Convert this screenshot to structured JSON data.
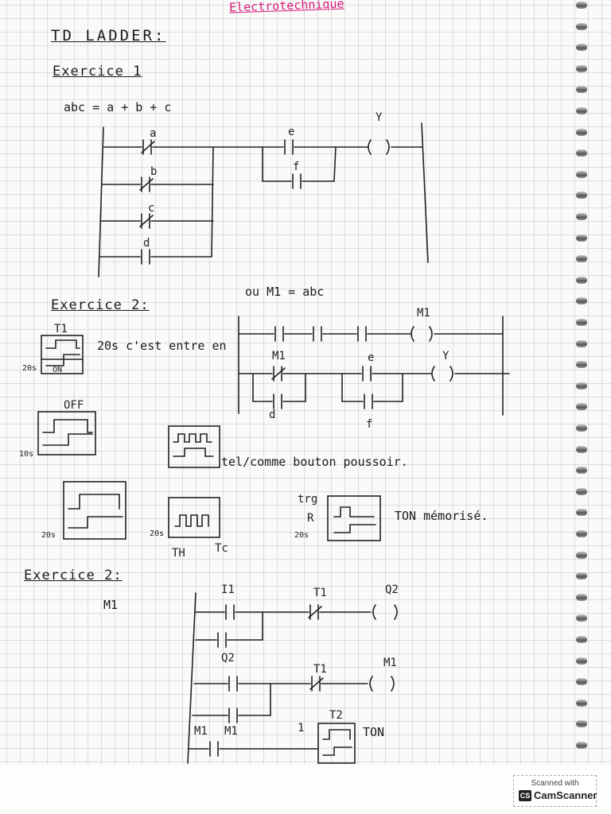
{
  "header": {
    "site": "Electrotechnique"
  },
  "title": "TD LADDER:",
  "ex1": {
    "heading": "Exercice 1",
    "formula": "abc = a + b + c",
    "contacts": [
      "a",
      "b",
      "c",
      "d",
      "e",
      "f"
    ],
    "coil": "Y",
    "note": "ou  M1 = abc",
    "rung2_contacts": [
      "M1",
      "e",
      "d",
      "f"
    ],
    "rung2_coil": "Y",
    "rung1_coil": "M1"
  },
  "ex2": {
    "heading": "Exercice 2:",
    "timer_label": "T1",
    "timer_mode": "ON",
    "timer_time": "20s",
    "timer_note": "20s c'est entre en",
    "off_label": "OFF",
    "off_time": "10s",
    "pulse_note": "tel/comme bouton poussoir.",
    "timer3_time": "20s",
    "timer4_time": "20s",
    "th_label": "TH",
    "tc_label": "Tc",
    "trg_label": "trg",
    "r_label": "R",
    "ton_time": "20s",
    "ton_note": "TON mémorisé."
  },
  "ex3": {
    "heading": "Exercice 2:",
    "memory": "M1",
    "contacts": [
      "I1",
      "T1",
      "Q2",
      "T1",
      "M1",
      "M1"
    ],
    "coils": [
      "Q2",
      "M1"
    ],
    "timer": "T2",
    "timer_type": "TON",
    "marker": "1"
  },
  "scanner": {
    "top": "Scanned with",
    "logo": "CS",
    "name": "CamScanner"
  }
}
